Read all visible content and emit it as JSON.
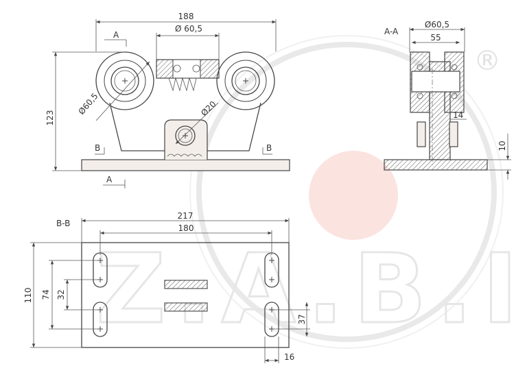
{
  "colors": {
    "line": "#444444",
    "part_fill": "#f4eeea",
    "watermark": "#e6e6e6",
    "watermark_dot": "#fbe3e0"
  },
  "watermark": {
    "text": "Z.A.B.I",
    "registered_mark": "®"
  },
  "front_view": {
    "width_dim": "188",
    "bore_dim": "Ø 60,5",
    "wheel_dim": "Ø60,5",
    "pin_dim": "Ø20",
    "height_dim": "123",
    "section_a": "A",
    "section_b": "B"
  },
  "section_aa": {
    "title": "A-A",
    "wheel_dim": "Ø60,5",
    "width_dim": "55",
    "web_dim": "14",
    "plate_dim": "10"
  },
  "section_bb": {
    "title": "B-B",
    "length_dim": "217",
    "hole_spacing_dim": "180",
    "plate_height_dim": "110",
    "outer_spacing_dim": "74",
    "inner_spacing_dim": "32",
    "slot_length_dim": "37",
    "slot_width_dim": "16"
  }
}
